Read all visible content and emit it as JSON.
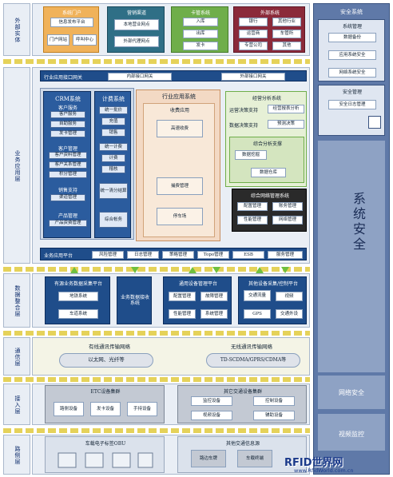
{
  "colors": {
    "dark_blue": "#1f4d8a",
    "light_band": "#e9eef5",
    "green_arrow": "#6fbf3f",
    "right_panel": "#5f79a8",
    "orange": "#f0b25a",
    "green": "#6fae4a",
    "crimson": "#8b2a3a",
    "teal": "#2f6f86"
  },
  "layers": {
    "external": "外部实体",
    "business": "业务应用层",
    "data": "数据整合层",
    "comm": "通信层",
    "access": "接入层",
    "roadside": "路侧层"
  },
  "external": {
    "customer_portal": {
      "title": "系统门户",
      "items": [
        "信息发布平台",
        "门户网站",
        "呼叫中心"
      ]
    },
    "marketing": {
      "title": "营销渠道",
      "items": [
        "本地营业网点",
        "外部代理网点"
      ]
    },
    "card": {
      "title": "卡管系统",
      "items": [
        "入库",
        "出库",
        "发卡"
      ]
    },
    "ext_sys": {
      "title": "外部系统",
      "items": [
        "银行",
        "其他行业",
        "运营商",
        "车管所",
        "专营公司",
        "其他"
      ]
    }
  },
  "business": {
    "gateway": "行业应用接口网关",
    "gw1": "内部接口网关",
    "gw2": "外部接口网关",
    "crm": {
      "title": "CRM系统",
      "groups": [
        {
          "name": "客户服务",
          "items": [
            "客户服务",
            "自助服务",
            "发卡管理"
          ]
        },
        {
          "name": "客户管理",
          "items": [
            "客户资料管理",
            "客户关系管理",
            "积分管理"
          ]
        },
        {
          "name": "销售支持",
          "items": [
            "渠道管理"
          ]
        },
        {
          "name": "产品管理",
          "items": [
            "产品资费管理"
          ]
        }
      ]
    },
    "billing": {
      "title": "计费系统",
      "items": [
        "统一批价",
        "充值",
        "销售",
        "统一计费",
        "计费",
        "稽核",
        "统一清分结算",
        "综合帐务"
      ]
    },
    "industry": {
      "title": "行业应用系统",
      "sub": "收费应用",
      "items": [
        "高速收费",
        "停车场",
        "捕费管理"
      ]
    },
    "bi": {
      "title": "经营分析系统",
      "items": [
        "运营决策支持",
        "经营报表分析",
        "数据决策支持",
        "预测决策"
      ],
      "sub": "综合分析支撑",
      "sub_items": [
        "数据挖掘",
        "数据仓库"
      ]
    },
    "nms": {
      "title": "综合网络管理系统",
      "items": [
        "配置管理",
        "账务管理",
        "性能管理",
        "网络管理"
      ]
    },
    "bus": "业务应用平台",
    "bus_items": [
      "风险管理",
      "日志管理",
      "策略管理",
      "Topo管理",
      "ESB",
      "服务管理"
    ]
  },
  "data": {
    "p1": {
      "title": "有源业务数据采集平台",
      "items": [
        "地铁系统",
        "车道系统"
      ]
    },
    "p2": {
      "title": "业务数据接收系统"
    },
    "p3": {
      "title": "通用设备管理平台",
      "items": [
        "配置管理",
        "故障管理",
        "性能管理",
        "系统管理"
      ]
    },
    "p4": {
      "title": "其他设备采集/控制平台",
      "items": [
        "交通流量",
        "视频",
        "GPS",
        "交通外设"
      ]
    }
  },
  "comm": {
    "wired": "有线通讯传输网络",
    "wired_sub": "以太网、光纤等",
    "wireless": "无线通讯传输网络",
    "wireless_sub": "TD-SCDMA/GPRS/CDMA等"
  },
  "access": {
    "etc": {
      "title": "ETC设备集群",
      "items": [
        "路侧设备",
        "发卡设备",
        "手持设备"
      ]
    },
    "other": {
      "title": "其它交通设备集群",
      "items": [
        "监控设备",
        "控制设备",
        "视频设备",
        "辅助设备"
      ]
    }
  },
  "roadside": {
    "obu": "车载电子标签OBU",
    "other": "其他交通信息源",
    "items": [
      "路边车牌",
      "车载终端"
    ]
  },
  "security": {
    "title": "系统安全",
    "top": "安全系统",
    "inner_title": "系统管理",
    "items": [
      "数据备份",
      "应用系统安全",
      "网络系统安全"
    ],
    "inner2": "安全管理",
    "inner2_items": [
      "安全日志管理"
    ],
    "net": "网络安全",
    "video": "视频监控"
  },
  "watermark": {
    "brand": "RFID世界网",
    "url": "www.RfidWorld.com.cn"
  }
}
